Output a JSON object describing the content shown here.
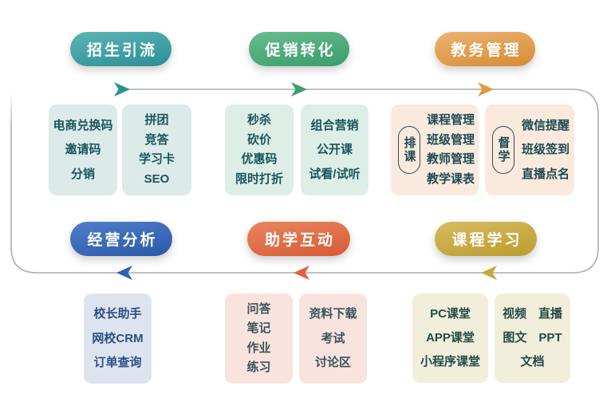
{
  "flow": {
    "line_color": "#a9aeae",
    "direction_note": "top row flows left-to-right, bottom row flows right-to-left"
  },
  "groups": [
    {
      "label": "招生引流",
      "pill_gradient": [
        "#5db6b5",
        "#2a8e95"
      ],
      "arrow_color": "#2a9196",
      "arrow_dir": "right",
      "card_bg": "#dcebe9",
      "card_text_color": "#19555d",
      "cards": [
        {
          "items": [
            "电商兑换码",
            "邀请码",
            "分销"
          ]
        },
        {
          "items": [
            "拼团",
            "竞答",
            "学习卡",
            "SEO"
          ]
        }
      ]
    },
    {
      "label": "促销转化",
      "pill_gradient": [
        "#68bd8f",
        "#3a9c6a"
      ],
      "arrow_color": "#3ca06f",
      "arrow_dir": "right",
      "card_bg": "#ddeee6",
      "card_text_color": "#19555d",
      "cards": [
        {
          "items": [
            "秒杀",
            "砍价",
            "优惠码",
            "限时打折"
          ]
        },
        {
          "items": [
            "组合营销",
            "公开课",
            "试看/试听"
          ]
        }
      ]
    },
    {
      "label": "教务管理",
      "pill_gradient": [
        "#edb273",
        "#d78c32"
      ],
      "arrow_color": "#dd9a45",
      "arrow_dir": "right",
      "card_bg": "#faeadd",
      "card_text_color": "#1d4a52",
      "tag_border_color": "#2e4d55",
      "cards": [
        {
          "tag": "排课",
          "items": [
            "课程管理",
            "班级管理",
            "教师管理",
            "教学课表"
          ]
        },
        {
          "tag": "督学",
          "items": [
            "微信提醒",
            "班级签到",
            "直播点名"
          ]
        }
      ]
    },
    {
      "label": "经营分析",
      "pill_gradient": [
        "#507fc9",
        "#2a59a7"
      ],
      "arrow_color": "#2e62b4",
      "arrow_dir": "left",
      "card_bg": "#dde4f0",
      "card_text_color": "#2c4f86",
      "cards": [
        {
          "items": [
            "校长助手",
            "网校CRM",
            "订单查询"
          ]
        }
      ]
    },
    {
      "label": "助学互动",
      "pill_gradient": [
        "#ea8560",
        "#d65a33"
      ],
      "arrow_color": "#de6240",
      "arrow_dir": "left",
      "card_bg": "#f9e3de",
      "card_text_color": "#3a545a",
      "cards": [
        {
          "items": [
            "问答",
            "笔记",
            "作业",
            "练习"
          ]
        },
        {
          "items": [
            "资料下载",
            "考试",
            "讨论区"
          ]
        }
      ]
    },
    {
      "label": "课程学习",
      "pill_gradient": [
        "#d7bc60",
        "#bc9b2f"
      ],
      "arrow_color": "#c8a93c",
      "arrow_dir": "left",
      "card_bg": "#f1eedc",
      "card_text_color": "#234a44",
      "cards": [
        {
          "items": [
            "PC课堂",
            "APP课堂",
            "小程序课堂"
          ]
        },
        {
          "items": [
            "视频　直播",
            "图文　PPT",
            "文档"
          ]
        }
      ]
    }
  ]
}
